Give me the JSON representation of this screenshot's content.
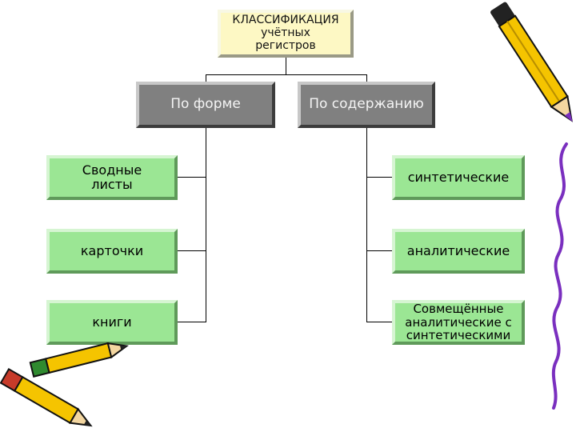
{
  "root": {
    "line1": "КЛАССИФИКАЦИЯ",
    "line2": "учётных",
    "line3": "регистров"
  },
  "categories": {
    "form": "По форме",
    "content": "По содержанию"
  },
  "form_items": [
    {
      "line1": "Сводные",
      "line2": "листы"
    },
    {
      "line1": "карточки"
    },
    {
      "line1": "книги"
    }
  ],
  "content_items": [
    {
      "line1": "синтетические"
    },
    {
      "line1": "аналитические"
    },
    {
      "line1": "Совмещённые",
      "line2": "аналитические с",
      "line3": "синтетическими"
    }
  ],
  "colors": {
    "root_fill": "#fdf8c4",
    "category_fill": "#808080",
    "leaf_fill": "#9be694",
    "pencil_yellow": "#f5c400",
    "pencil_tip": "#7a2fbf",
    "curve": "#7a2fbf"
  },
  "icons": [
    "pencil-icon",
    "crossed-pencils-icon",
    "wavy-line-icon"
  ]
}
